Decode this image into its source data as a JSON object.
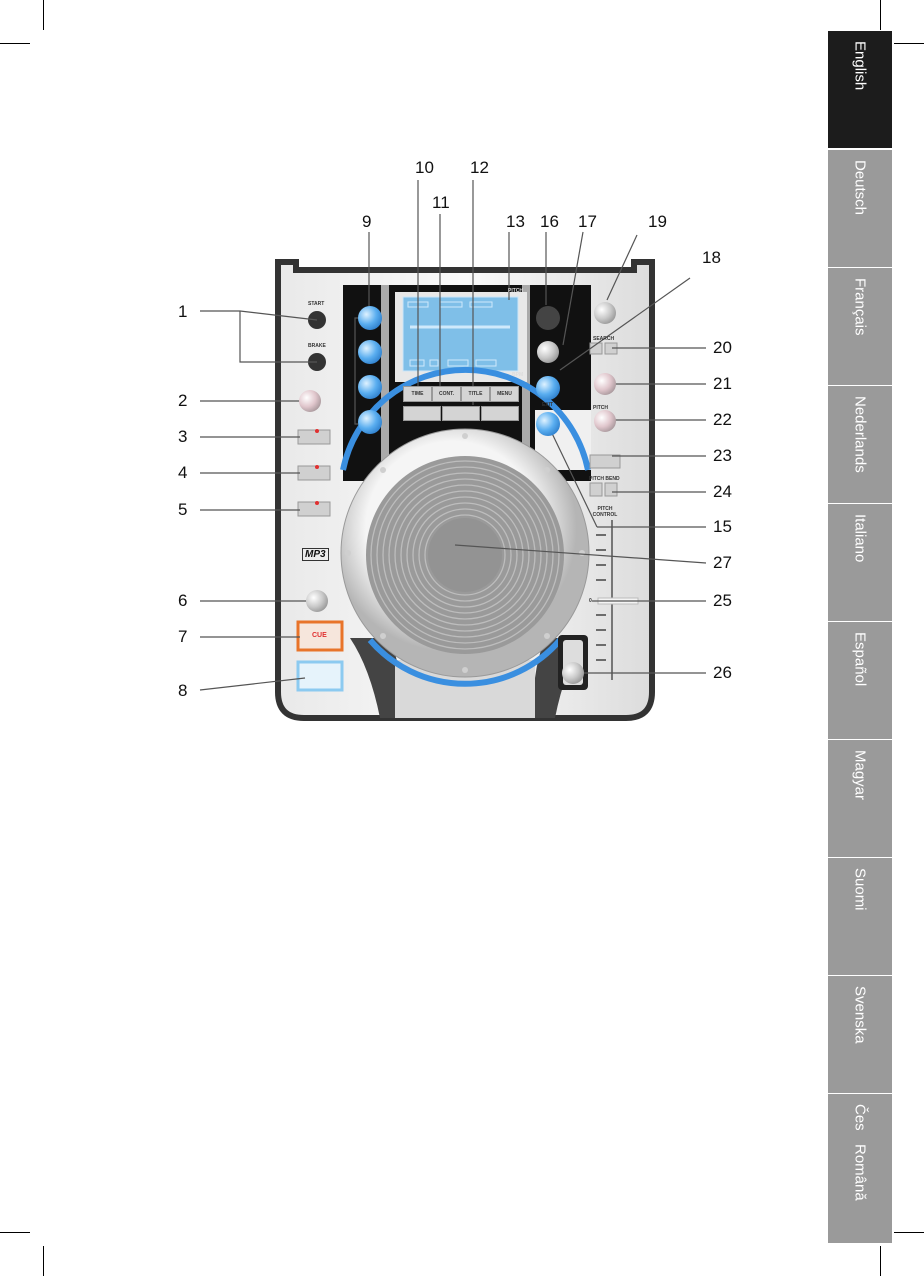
{
  "language_tabs": [
    {
      "label": "English",
      "active": true
    },
    {
      "label": "Deutsch"
    },
    {
      "label": "Français"
    },
    {
      "label": "Nederlands"
    },
    {
      "label": "Italiano"
    },
    {
      "label": "Español"
    },
    {
      "label": "Magyar"
    },
    {
      "label": "Suomi"
    },
    {
      "label": "Svenska"
    },
    {
      "label": "Česky"
    },
    {
      "label": "Română"
    }
  ],
  "callouts": {
    "n1": "1",
    "n2": "2",
    "n3": "3",
    "n4": "4",
    "n5": "5",
    "n6": "6",
    "n7": "7",
    "n8": "8",
    "n9": "9",
    "n10": "10",
    "n11": "11",
    "n12": "12",
    "n13": "13",
    "n15": "15",
    "n16": "16",
    "n17": "17",
    "n18": "18",
    "n19": "19",
    "n20": "20",
    "n21": "21",
    "n22": "22",
    "n23": "23",
    "n24": "24",
    "n25": "25",
    "n26": "26",
    "n27": "27"
  },
  "device": {
    "start": "START",
    "brake": "BRAKE",
    "time": "TIME",
    "cont": "CONT.",
    "title": "TITLE",
    "menu": "MENU",
    "pitch_top": "PITCH",
    "bpm": "BPM",
    "exit": "EXIT",
    "pitch": "PITCH",
    "search": "SEARCH",
    "pitch_bend": "PITCH BEND",
    "pitch_control": "PITCH CONTROL",
    "zero": "0",
    "mp3": "MP3",
    "cue": "CUE"
  },
  "colors": {
    "active_tab": "#1c1c1c",
    "tab": "#9a9a9a",
    "display": "#7fbfe8",
    "accent_blue": "#3a8fe0",
    "cue_orange": "#e8742a"
  }
}
